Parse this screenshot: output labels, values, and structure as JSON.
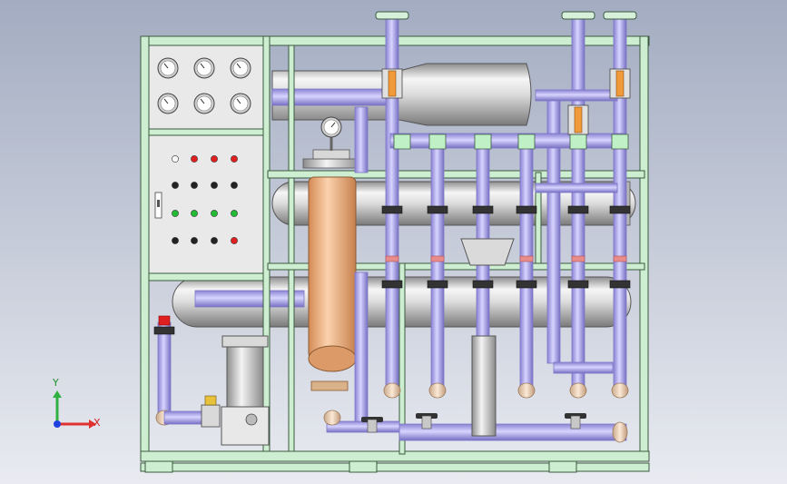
{
  "colors": {
    "background_top": "#a3acc1",
    "background_bottom": "#e9ebf1",
    "frame": "#cdeed1",
    "frame_edge": "#3c5a40",
    "pipe": "#b9b3ee",
    "pipe_dark": "#7d76c8",
    "vessel": "#e4e4e4",
    "vessel_dark": "#9a9a9a",
    "cartridge": "#f0b98c",
    "panel": "#e9e9e9",
    "gauge_face": "#ffffff",
    "valve_orange": "#f09a3a",
    "indicator_white": "#f5f5f5",
    "indicator_red": "#e02020",
    "indicator_black": "#222222",
    "indicator_green": "#22bb33",
    "axis_x": "#e03030",
    "axis_y": "#30b040",
    "axis_z": "#2040e0"
  },
  "control_panel": {
    "gauge_rows": 2,
    "gauges_per_row": 3,
    "indicator_rows": [
      [
        "white",
        "red",
        "red",
        "red"
      ],
      [
        "black",
        "black",
        "black",
        "black"
      ],
      [
        "green",
        "green",
        "green",
        "green"
      ],
      [
        "black",
        "black",
        "black",
        "red"
      ]
    ]
  },
  "icons": {
    "valve": "valve-handle-icon",
    "gauge": "pressure-gauge-icon",
    "axis": "coordinate-triad-icon"
  },
  "axes": {
    "x_label": "X",
    "y_label": "Y"
  }
}
